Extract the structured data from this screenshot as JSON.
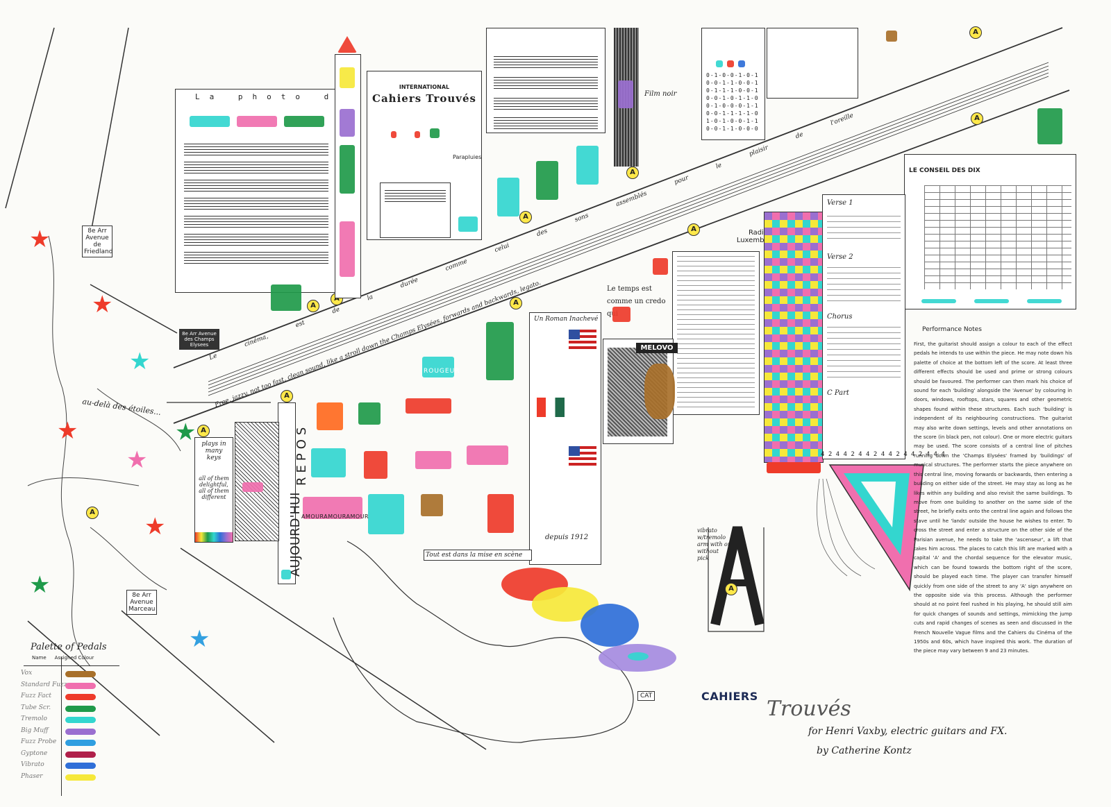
{
  "colors": {
    "red": "#ee3b2a",
    "pink": "#f06fae",
    "cyan": "#33d6cf",
    "green": "#1f9a4a",
    "yellow": "#f6e83a",
    "blue": "#2f6fd8",
    "purple": "#9a6fd0",
    "brown": "#a8702a",
    "orange": "#ff6a1f",
    "lavender": "#a58be0"
  },
  "map": {
    "signs": {
      "friedland": "8e Arr Avenue de Friedland",
      "champs": "8e Arr Avenue des Champs Elysees",
      "marceau": "8e Arr Avenue Marceau"
    },
    "au_dela": "au-delà des étoiles...",
    "music_box": {
      "title_small": "INTERNATIONAL",
      "title": "Cahiers Trouvés"
    },
    "photo_du_mois": "La photo du mois",
    "parapluies": "Parapluies",
    "film_noir": "Film noir",
    "avenue_text_top": "Le cinéma, est de la durée comme celui des sons assemblés pour le plaisir de l'oreille",
    "avenue_text_bottom": "Free, jazzy, not too fast, clean sound, like a stroll down the Champs Elysées, forwards and backwards, legato.",
    "radio": "Radio Luxembourg",
    "le_temps": "Le temps est comme un credo qui",
    "plays_in": "plays in many keys",
    "all_delightful": "all of them delightful, all of them different",
    "aujourdhui": "AUJOURD'HUI",
    "repos": "REPOS",
    "amour": "AMOURAMOURAMOUR",
    "rougeur": "ROUGEUR",
    "mise_en_scene": "Tout est dans la mise en scène",
    "roman": {
      "title": "Un Roman Inachevé",
      "depuis": "depuis 1912"
    },
    "melovox": "MELOVO",
    "conseil": "LE CONSEIL DES DIX",
    "verse1": "Verse 1",
    "verse2": "Verse 2",
    "chorus": "Chorus",
    "cpart": "C Part",
    "vibrato": "vibrato w/tremolo arm with or without pick",
    "cahiers": "CAHIERS",
    "cat": "CAT",
    "fifties": "4 2 4 4 2 4 4 2 4 4 2 4 4 2 4 4 4"
  },
  "title_block": {
    "title": "Trouvés",
    "subtitle": "for Henri Vaxby, electric guitars and FX.",
    "author": "by Catherine Kontz"
  },
  "performance_notes": {
    "heading": "Performance Notes",
    "body": "First, the guitarist should assign a colour to each of the effect pedals he intends to use within the piece. He may note down his palette of choice at the bottom left of the score. At least three different effects should be used and prime or strong colours should be favoured. The performer can then mark his choice of sound for each 'building' alongside the 'Avenue' by colouring in doors, windows, rooftops, stars, squares and other geometric shapes found within these structures. Each such 'building' is independent of its neighbouring constructions. The guitarist may also write down settings, levels and other annotations on the score (in black pen, not colour). One or more electric guitars may be used. The score consists of a central line of pitches running down the 'Champs Elysées' framed by 'buildings' of musical structures. The performer starts the piece anywhere on this central line, moving forwards or backwards, then entering a building on either side of the street. He may stay as long as he likes within any building and also revisit the same buildings. To move from one building to another on the same side of the street, he briefly exits onto the central line again and follows the stave until he 'lands' outside the house he wishes to enter. To cross the street and enter a structure on the other side of the Parisian avenue, he needs to take the 'ascenseur', a lift that takes him across. The places to catch this lift are marked with a capital 'A' and the chordal sequence for the elevator music, which can be found towards the bottom right of the score, should be played each time. The player can transfer himself quickly from one side of the street to any 'A' sign anywhere on the opposite side via this process. Although the performer should at no point feel rushed in his playing, he should still aim for quick changes of sounds and settings, mimicking the jump cuts and rapid changes of scenes as seen and discussed in the French Nouvelle Vague films and the Cahiers du Cinéma of the 1950s and 60s, which have inspired this work. The duration of the piece may vary between 9 and 23 minutes."
  },
  "palette": {
    "title": "Palette of Pedals",
    "col_name": "Name",
    "col_colour": "Assigned Colour",
    "items": [
      {
        "name": "Vox",
        "color": "#a8702a"
      },
      {
        "name": "Standard Fuzz",
        "color": "#f06fae"
      },
      {
        "name": "Fuzz Fact",
        "color": "#ee3b2a"
      },
      {
        "name": "Tube Scr.",
        "color": "#1f9a4a"
      },
      {
        "name": "Tremolo",
        "color": "#33d6cf"
      },
      {
        "name": "Big Muff",
        "color": "#9a6fd0"
      },
      {
        "name": "Fuzz Probe",
        "color": "#2f9ee0"
      },
      {
        "name": "Gyptone",
        "color": "#b0204a"
      },
      {
        "name": "Vibrato",
        "color": "#2f6fd8"
      },
      {
        "name": "Phaser",
        "color": "#f6e83a"
      }
    ]
  }
}
